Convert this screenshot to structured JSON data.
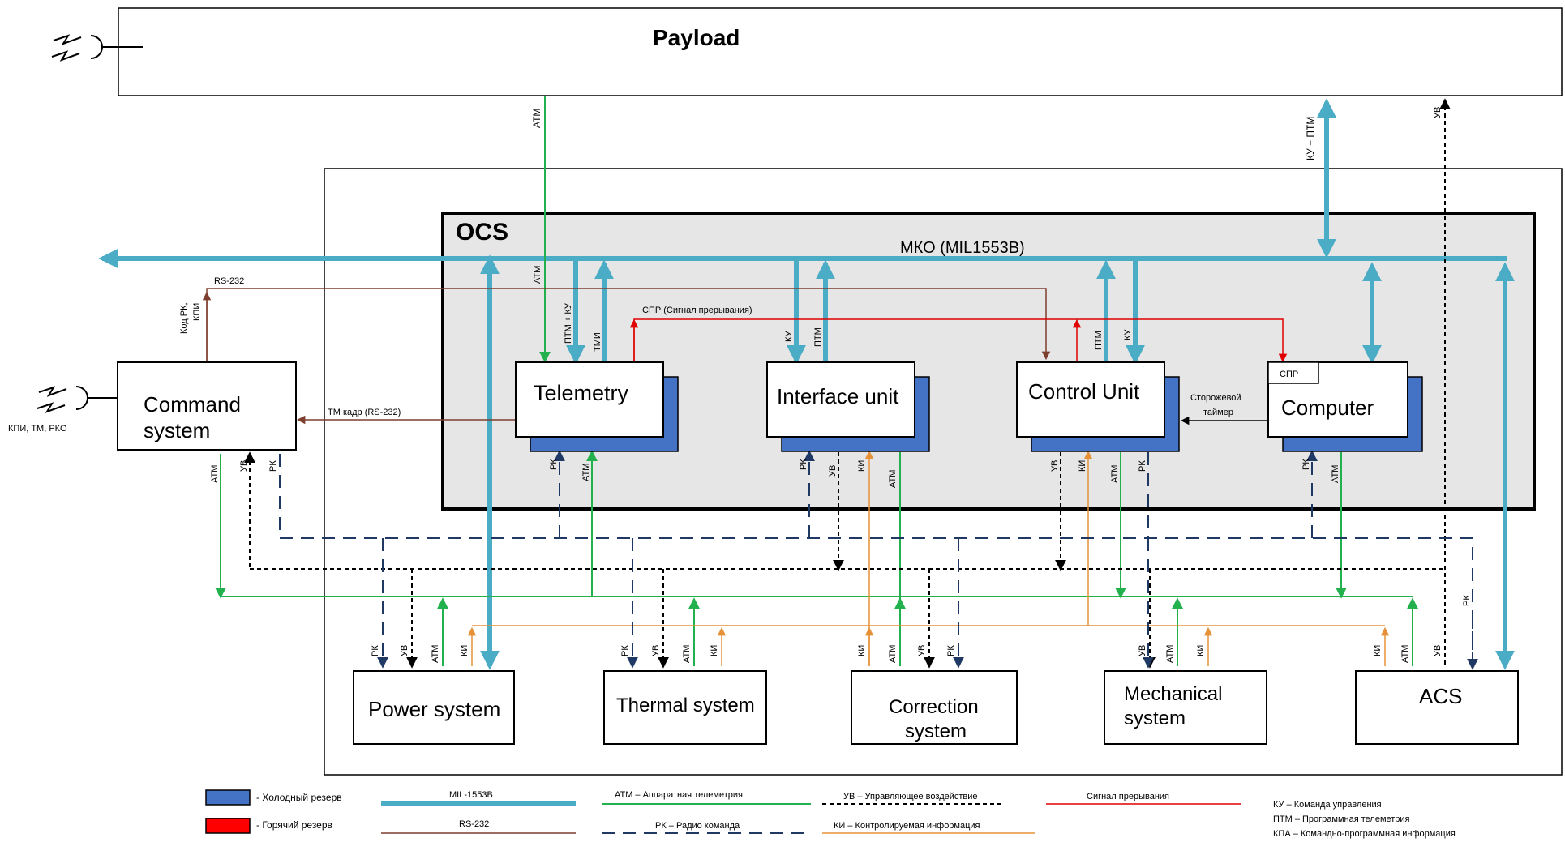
{
  "payload": {
    "title": "Payload"
  },
  "ocs": {
    "title": "OCS",
    "bus_label": "МКО (MIL1553B)"
  },
  "units": {
    "telemetry": "Telemetry",
    "interface_unit": "Interface unit",
    "control_unit": "Control Unit",
    "computer": "Computer",
    "computer_tag": "СПР",
    "command_system": [
      "Command",
      "system"
    ],
    "power_system": "Power system",
    "thermal_system": "Thermal system",
    "correction_system": [
      "Correction",
      "system"
    ],
    "mechanical_system": [
      "Mechanical",
      "system"
    ],
    "acs": "ACS"
  },
  "signals": {
    "rs232": "RS-232",
    "code_rk": [
      "Код РК,",
      "КПИ"
    ],
    "tm_frame": "ТМ кадр (RS-232)",
    "spr_interrupt": "СПР (Сигнал прерывания)",
    "watchdog": [
      "Сторожевой",
      "таймер"
    ],
    "antenna_cmd": "КПИ, ТМ, РКО",
    "atm": "АТМ",
    "ptm_ku": "ПТМ + КУ",
    "tmi": "ТМИ",
    "ku": "КУ",
    "ptm": "ПТМ",
    "rk": "РК",
    "uv": "УВ",
    "ki": "КИ",
    "ku_ptm": "КУ + ПТМ"
  },
  "legend": {
    "cold_reserve": "- Холодный резерв",
    "hot_reserve": "- Горячий резерв",
    "mil1553b": "MIL-1553B",
    "rs232": "RS-232",
    "atm": "АТМ – Аппаратная телеметрия",
    "rk": "РК – Радио команда",
    "uv": "УВ – Управляющее воздействие",
    "ki": "КИ – Контролируемая информация",
    "interrupt": "Сигнал прерывания",
    "abbr": [
      "КУ – Команда управления",
      "ПТМ – Программная телеметрия",
      "КПА – Командно-программная информация"
    ]
  },
  "colors": {
    "mil_bus": "#4bacc6",
    "atm": "#22b14c",
    "rk": "#1f3864",
    "uv": "#000000",
    "ki": "#e69138",
    "rs232": "#7f3f2f",
    "interrupt": "#e00000",
    "cold_reserve": "#4472c4",
    "hot_reserve": "#ff0000"
  }
}
